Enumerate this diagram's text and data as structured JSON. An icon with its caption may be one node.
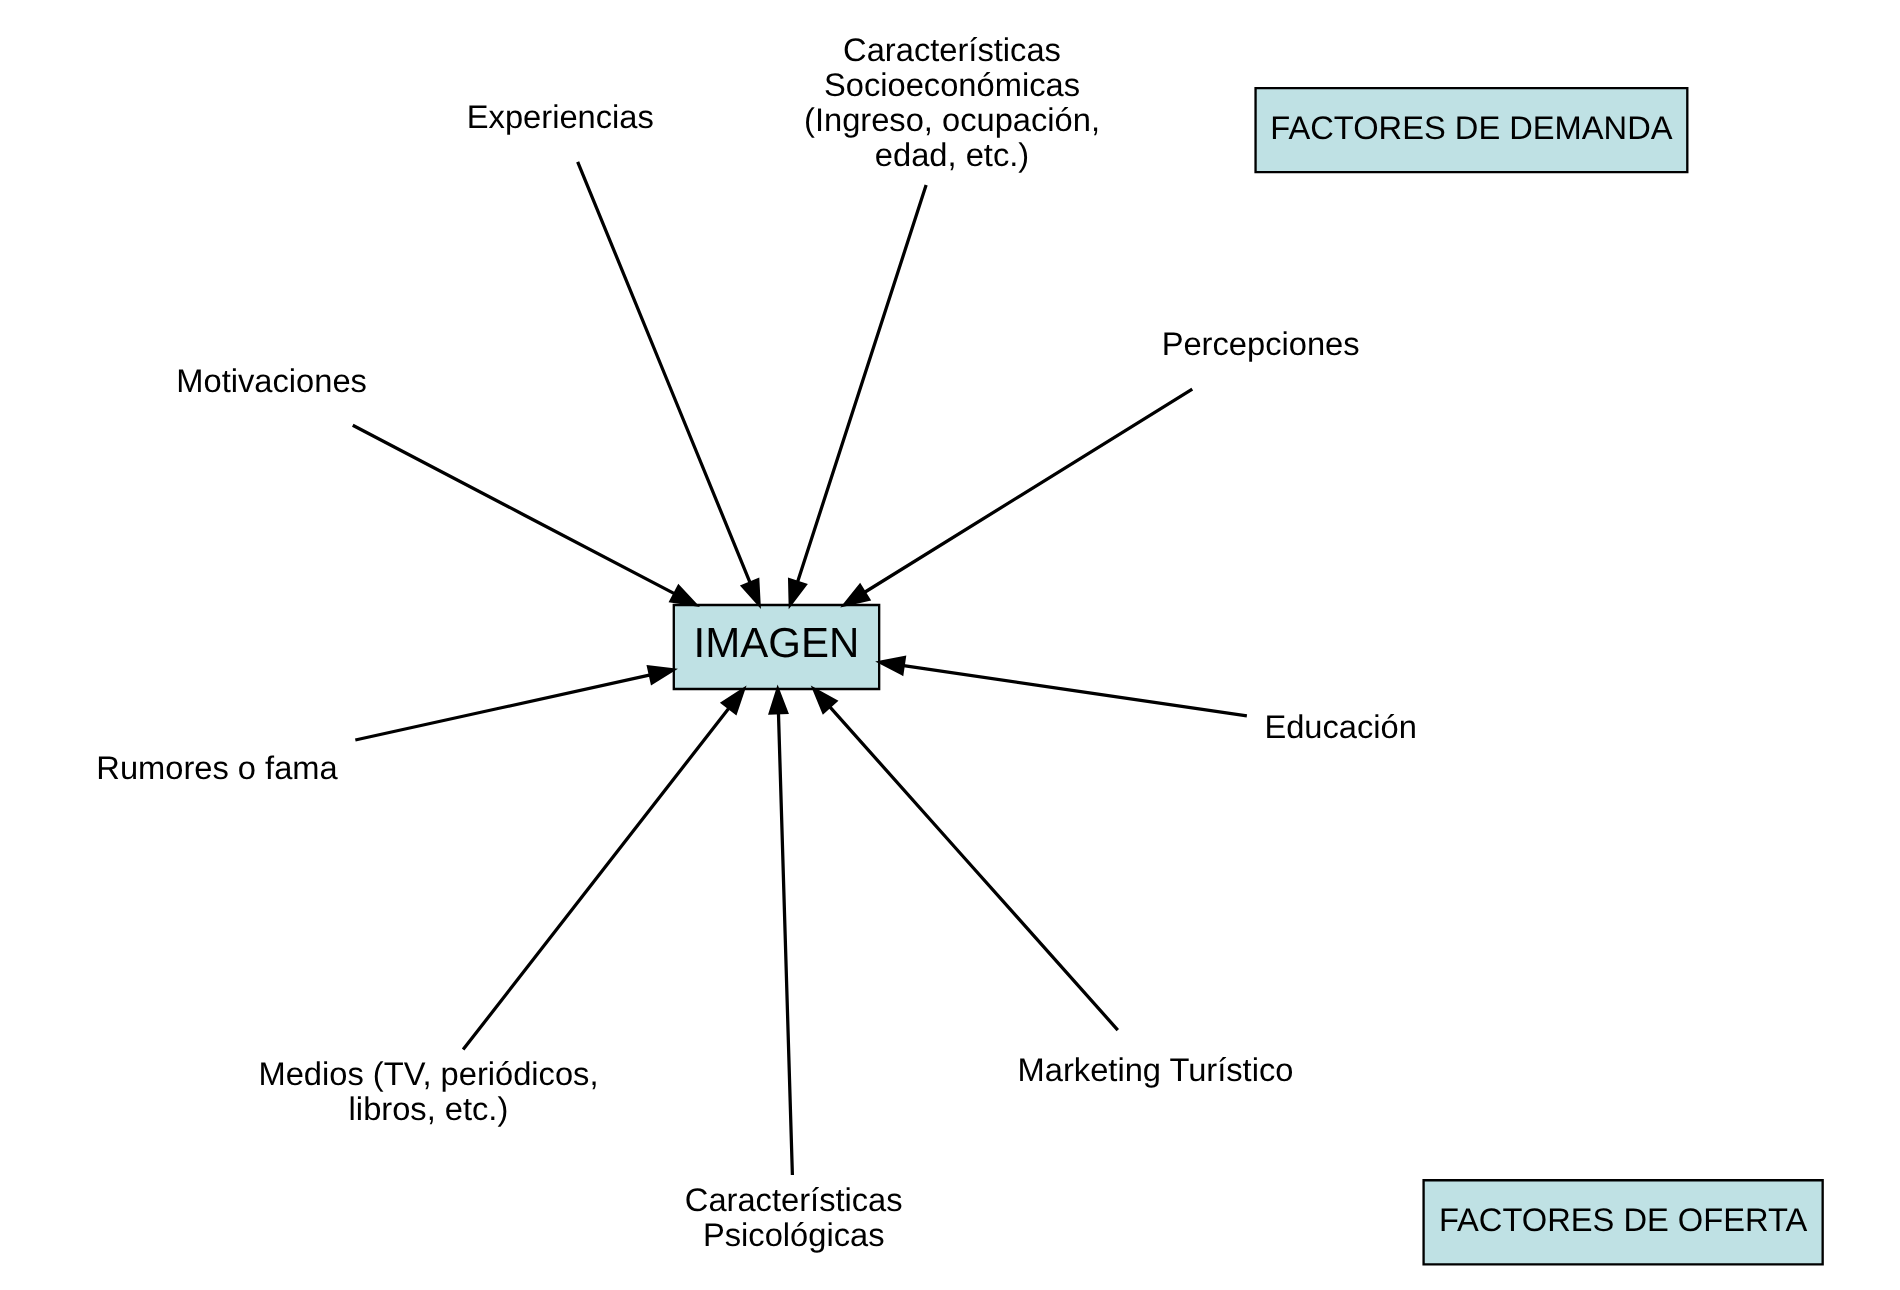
{
  "diagram": {
    "nodes": [
      {
        "text": [
          "FACTORES DE DEMANDA"
        ]
      },
      {
        "text": [
          "Motivaciones"
        ]
      },
      {
        "text": [
          "Percepciones"
        ]
      },
      {
        "text": [
          "Características Psicológicas"
        ]
      },
      {
        "text": [
          "Experiencias"
        ]
      },
      {
        "text": [
          "Características Socioeconómicas (Ingreso, ocupación, edad, etc.)"
        ]
      },
      {
        "text": [
          "IMAGEN"
        ]
      },
      {
        "text": [
          "Rumores o fama"
        ]
      },
      {
        "text": [
          "Educación"
        ]
      },
      {
        "text": [
          "Medios (TV, periódicos, libros, etc.)"
        ]
      },
      {
        "text": [
          "Marketing Turístico"
        ]
      },
      {
        "text": [
          "FACTORES DE OFERTA"
        ]
      }
    ],
    "edges": [
      {
        "from": 1,
        "to": 6,
        "arrow": "to"
      },
      {
        "from": 2,
        "to": 6,
        "arrow": "to"
      },
      {
        "from": 3,
        "to": 6,
        "arrow": "to"
      },
      {
        "from": 4,
        "to": 6,
        "arrow": "to"
      },
      {
        "from": 5,
        "to": 6,
        "arrow": "to"
      },
      {
        "from": 7,
        "to": 6,
        "arrow": "to"
      },
      {
        "from": 8,
        "to": 6,
        "arrow": "to"
      },
      {
        "from": 9,
        "to": 6,
        "arrow": "to"
      },
      {
        "from": 10,
        "to": 6,
        "arrow": "to"
      }
    ]
  }
}
